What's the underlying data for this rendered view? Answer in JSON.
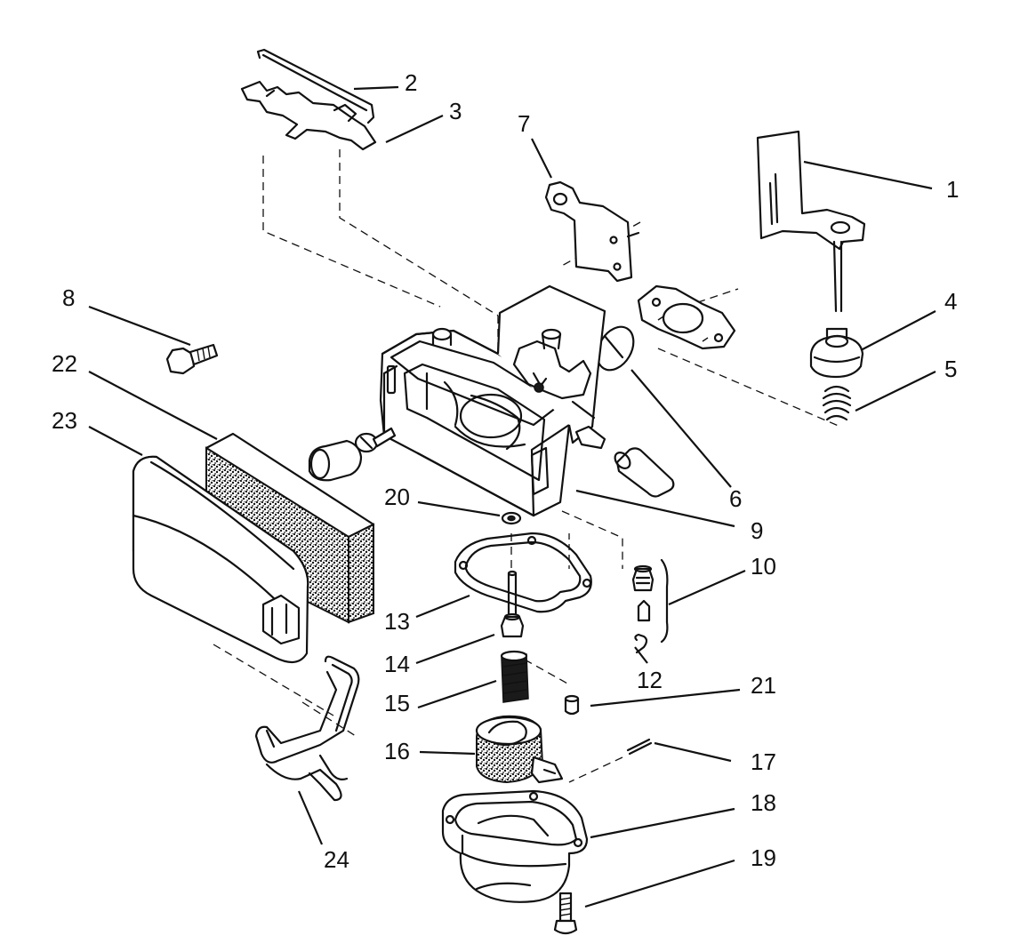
{
  "callouts": {
    "c1": "1",
    "c2": "2",
    "c3": "3",
    "c4": "4",
    "c5": "5",
    "c6": "6",
    "c7": "7",
    "c8": "8",
    "c9": "9",
    "c10": "10",
    "c12": "12",
    "c13": "13",
    "c14": "14",
    "c15": "15",
    "c16": "16",
    "c17": "17",
    "c18": "18",
    "c19": "19",
    "c20": "20",
    "c21": "21",
    "c22": "22",
    "c23": "23",
    "c24": "24"
  }
}
